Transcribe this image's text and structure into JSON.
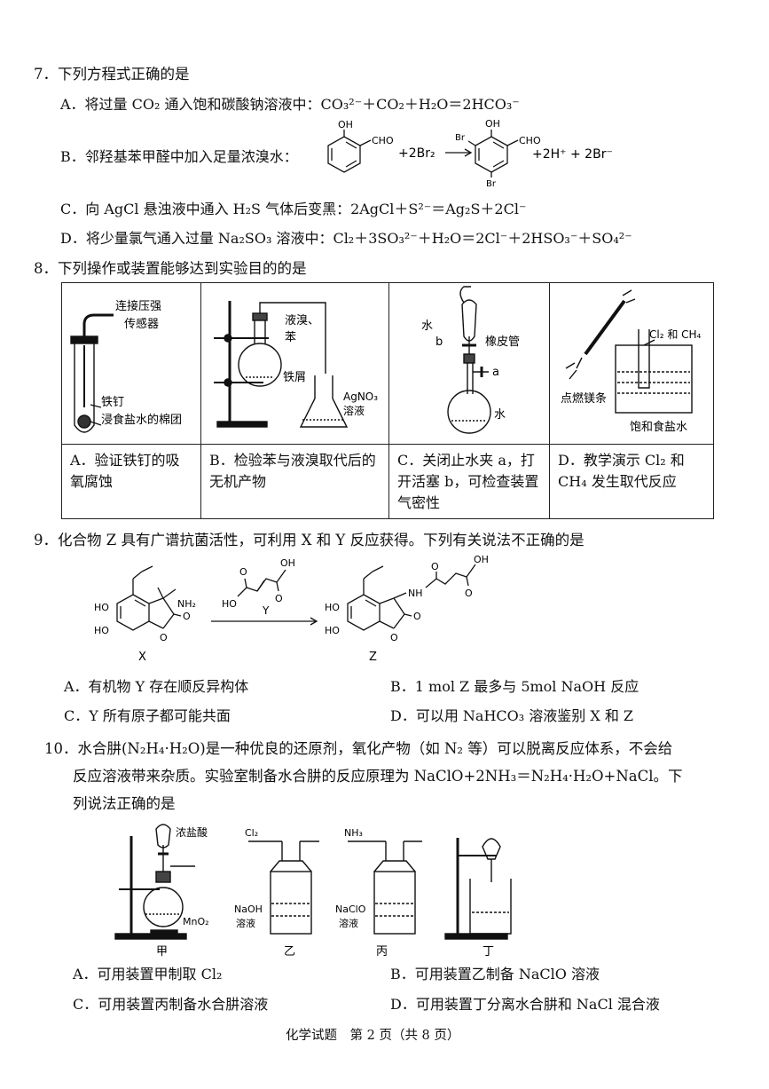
{
  "q7": {
    "stem": "7．下列方程式正确的是",
    "A": "A．将过量 CO₂ 通入饱和碳酸钠溶液中：CO₃²⁻＋CO₂＋H₂O＝2HCO₃⁻",
    "B_text": "B．邻羟基苯甲醛中加入足量浓溴水：",
    "B_reactant_oh": "OH",
    "B_reactant_cho": "CHO",
    "B_plus_br2": "+2Br₂",
    "B_prod_br1": "Br",
    "B_prod_oh": "OH",
    "B_prod_cho": "CHO",
    "B_prod_br2": "Br",
    "B_tail": "+2H⁺ + 2Br⁻",
    "C": "C．向 AgCl 悬浊液中通入 H₂S 气体后变黑：2AgCl＋S²⁻＝Ag₂S＋2Cl⁻",
    "D": "D．将少量氯气通入过量 Na₂SO₃ 溶液中：Cl₂＋3SO₃²⁻＋H₂O＝2Cl⁻＋2HSO₃⁻＋SO₄²⁻"
  },
  "q8": {
    "stem": "8．下列操作或装置能够达到实验目的的是",
    "A_labels": [
      "连接压强",
      "传感器",
      "铁钉",
      "浸食盐水的棉团"
    ],
    "B_labels": [
      "液溴、",
      "苯",
      "铁屑",
      "AgNO₃",
      "溶液"
    ],
    "C_labels": [
      "水",
      "b",
      "橡皮管",
      "a",
      "水"
    ],
    "D_labels": [
      "Cl₂ 和 CH₄",
      "点燃镁条",
      "饱和食盐水"
    ],
    "A": "A．验证铁钉的吸氧腐蚀",
    "B": "B．检验苯与液溴取代后的无机产物",
    "C": "C．关闭止水夹 a，打开活塞 b，可检查装置气密性",
    "D": "D．教学演示 Cl₂ 和 CH₄ 发生取代反应"
  },
  "q9": {
    "stem": "9．化合物 Z 具有广谱抗菌活性，可利用 X 和 Y 反应获得。下列有关说法不正确的是",
    "X_labels": [
      "NH₂",
      "HO",
      "HO",
      "O",
      "O"
    ],
    "Y_labels": [
      "OH",
      "O",
      "HO",
      "O",
      "Y"
    ],
    "Z_labels": [
      "OH",
      "O",
      "NH",
      "O",
      "HO",
      "HO",
      "O",
      "O"
    ],
    "X": "X",
    "Z": "Z",
    "A": "A．有机物 Y 存在顺反异构体",
    "B": "B．1 mol Z 最多与 5mol NaOH 反应",
    "C": "C．Y 所有原子都可能共面",
    "D": "D．可以用 NaHCO₃ 溶液鉴别 X 和 Z"
  },
  "q10": {
    "stem1": "10．水合肼(N₂H₄·H₂O)是一种优良的还原剂，氧化产物（如 N₂ 等）可以脱离反应体系，不会给",
    "stem2": "反应溶液带来杂质。实验室制备水合肼的反应原理为 NaClO+2NH₃＝N₂H₄·H₂O+NaCl。下",
    "stem3": "列说法正确的是",
    "jia_labels": [
      "浓盐酸",
      "MnO₂",
      "甲"
    ],
    "yi_labels": [
      "Cl₂",
      "NaOH",
      "溶液",
      "乙"
    ],
    "bing_labels": [
      "NH₃",
      "NaClO",
      "溶液",
      "丙"
    ],
    "ding_labels": [
      "丁"
    ],
    "A": "A．可用装置甲制取 Cl₂",
    "B": "B．可用装置乙制备 NaClO 溶液",
    "C": "C．可用装置丙制备水合肼溶液",
    "D": "D．可用装置丁分离水合肼和 NaCl 混合液"
  },
  "footer": "化学试题　第 2 页（共 8 页）"
}
